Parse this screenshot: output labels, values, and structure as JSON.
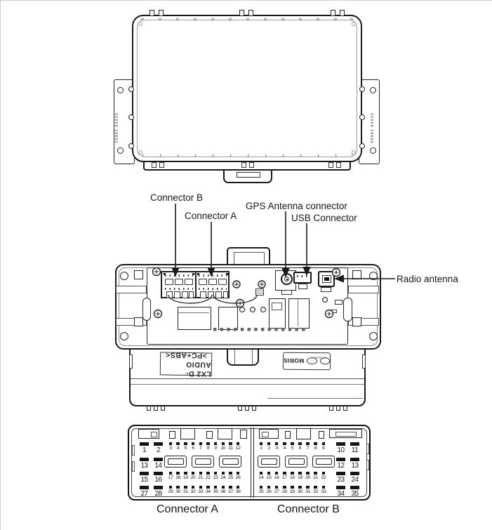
{
  "callouts": {
    "connector_b": "Connector B",
    "connector_a": "Connector A",
    "gps": "GPS Antenna connector",
    "usb": "USB Connector",
    "radio": "Radio antenna"
  },
  "top_view": {
    "left_bracket_text": "S8891 84020",
    "right_bracket_text": "S8981 84010"
  },
  "rear_view": {
    "model_line1": "LX2 D-AUDIO",
    "model_line2": ">PC+ABS<",
    "brand": "MOBIS",
    "brand_small": "HYUNDAI"
  },
  "pinout": {
    "connector_a": {
      "label": "Connector A",
      "rows": [
        {
          "large": [
            1,
            2
          ],
          "small": [
            3,
            4,
            5,
            6,
            7,
            8,
            9,
            10,
            11,
            12
          ]
        },
        {
          "large": [
            13,
            14
          ],
          "slots": 3
        },
        {
          "large": [
            15,
            16
          ],
          "small": [
            17,
            18,
            19,
            20,
            21,
            22,
            23,
            24,
            25,
            26
          ]
        },
        {
          "large": [
            27,
            28
          ],
          "small": [
            29,
            30,
            31,
            32,
            33,
            34,
            35,
            36,
            37,
            38
          ]
        }
      ]
    },
    "connector_b": {
      "label": "Connector B",
      "rows": [
        {
          "small": [
            1,
            2,
            3,
            4,
            5,
            6,
            7,
            8,
            9
          ],
          "large": [
            10,
            11
          ]
        },
        {
          "slots": 3,
          "large": [
            12,
            13
          ]
        },
        {
          "small": [
            14,
            15,
            16,
            17,
            18,
            19,
            20,
            21,
            22
          ],
          "large": [
            23,
            24
          ]
        },
        {
          "small": [
            25,
            26,
            27,
            28,
            29,
            30,
            31,
            32,
            33
          ],
          "large": [
            34,
            35
          ]
        }
      ]
    }
  }
}
